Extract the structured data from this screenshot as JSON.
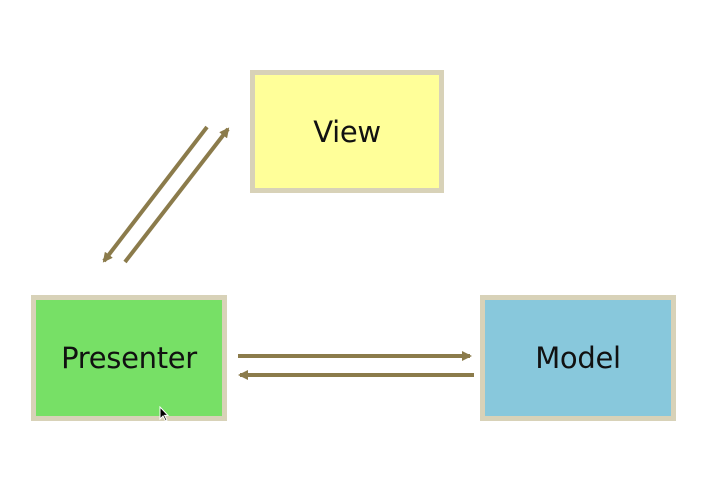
{
  "diagram": {
    "nodes": [
      {
        "id": "view",
        "label": "View",
        "color": "#ffff99"
      },
      {
        "id": "presenter",
        "label": "Presenter",
        "color": "#77e066"
      },
      {
        "id": "model",
        "label": "Model",
        "color": "#88c8dc"
      }
    ],
    "edges": [
      {
        "from": "presenter",
        "to": "view"
      },
      {
        "from": "view",
        "to": "presenter"
      },
      {
        "from": "presenter",
        "to": "model"
      },
      {
        "from": "model",
        "to": "presenter"
      }
    ],
    "border_color": "#d8d2b8",
    "arrow_color": "#8b7b4b"
  },
  "cursor": {
    "icon": "mouse-pointer-icon"
  }
}
